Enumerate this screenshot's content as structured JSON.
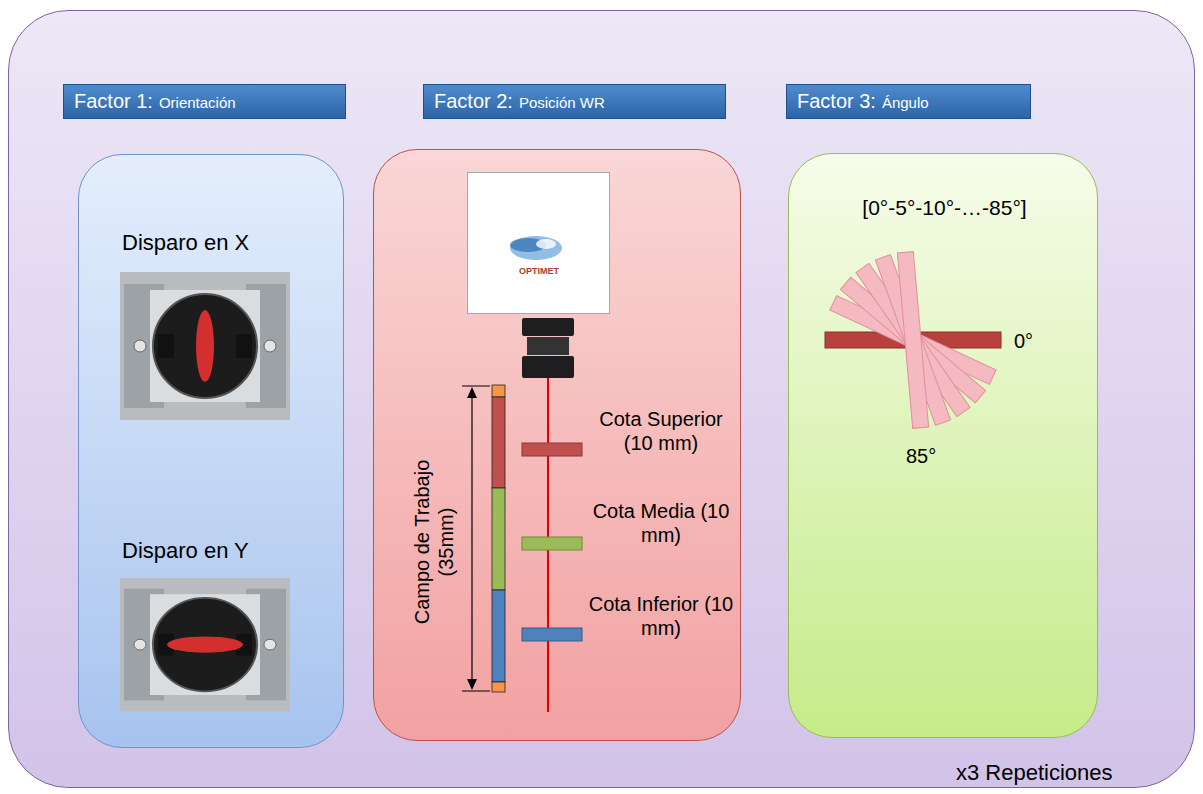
{
  "diagram": {
    "nodes": [
      {
        "text": [
          "x3 Repeticiones"
        ]
      },
      {
        "text": [
          "Factor 1:",
          "Orientación"
        ],
        "in": 0
      },
      {
        "text": [
          "Disparo en X",
          "Disparo en Y"
        ],
        "in": 0
      },
      {
        "text": [
          "Factor 2:",
          "Posición WR"
        ],
        "in": 0
      },
      {
        "text": [
          "Campo de Trabajo (35mm)",
          "Cota Superior (10 mm)",
          "Cota Media (10 mm)",
          "Cota Inferior (10 mm)"
        ],
        "in": 0
      },
      {
        "text": [
          "OPTIMET"
        ],
        "in": 4
      },
      {
        "text": [
          "Factor 3:",
          "Ángulo"
        ],
        "in": 0
      },
      {
        "text": [
          "[0°-5°-10°-…-85°]",
          "0°",
          "85°"
        ],
        "in": 0
      }
    ]
  }
}
